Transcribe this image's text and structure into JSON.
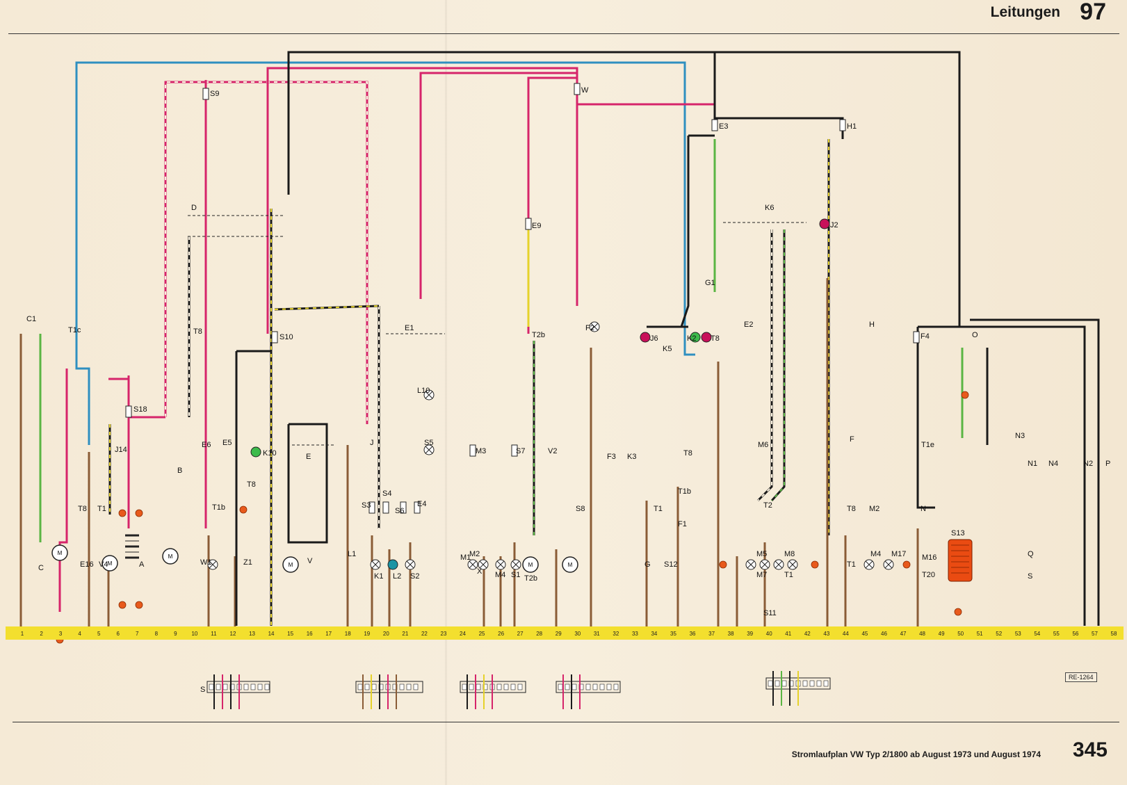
{
  "header": {
    "title": "Leitungen",
    "page_number": "97"
  },
  "footer": {
    "caption": "Stromlaufplan VW Typ 2/1800 ab August 1973 und August 1974",
    "page_number": "345"
  },
  "reference_code": "RE-1264",
  "colors": {
    "blue": "#2f8fc0",
    "red": "#d6246a",
    "black": "#1a1a1a",
    "brown": "#8a5c36",
    "green": "#5ab543",
    "yellow": "#e6d22a",
    "ground_bar": "#f3df2e",
    "orange_terminal": "#e85a1c",
    "orange_relay": "#ea4b12",
    "green_lamp": "#3dbb4b",
    "teal_lamp": "#1b94a4",
    "magenta_lamp": "#c8105a"
  },
  "ground_bar_numbers": [
    "1",
    "2",
    "3",
    "4",
    "5",
    "6",
    "7",
    "8",
    "9",
    "10",
    "11",
    "12",
    "13",
    "14",
    "15",
    "16",
    "17",
    "18",
    "19",
    "20",
    "21",
    "22",
    "23",
    "24",
    "25",
    "26",
    "27",
    "28",
    "29",
    "30",
    "31",
    "32",
    "33",
    "34",
    "35",
    "36",
    "37",
    "38",
    "39",
    "40",
    "41",
    "42",
    "43",
    "44",
    "45",
    "46",
    "47",
    "48",
    "49",
    "50",
    "51",
    "52",
    "53",
    "54",
    "55",
    "56",
    "57",
    "58"
  ],
  "component_labels": [
    "C1",
    "T1c",
    "C",
    "T8",
    "T1",
    "E16",
    "V4",
    "J14",
    "A",
    "S18",
    "B",
    "S9",
    "D",
    "T8",
    "E6",
    "E5",
    "T8",
    "K10",
    "Z1",
    "W1",
    "S10",
    "E",
    "V",
    "T1b",
    "E1",
    "J",
    "L10",
    "S5",
    "S4",
    "S3",
    "S6",
    "E4",
    "L1",
    "K1",
    "L2",
    "S2",
    "M3",
    "M1",
    "M2",
    "X",
    "M4",
    "S1",
    "S7",
    "E9",
    "T2b",
    "V2",
    "T2b",
    "S8",
    "W",
    "F2",
    "F3",
    "K3",
    "J6",
    "K5",
    "K2",
    "T8",
    "G1",
    "T8",
    "T1b",
    "T1",
    "F1",
    "G",
    "S12",
    "E3",
    "K6",
    "J2",
    "E2",
    "M6",
    "M5",
    "M7",
    "M8",
    "T1",
    "T2",
    "S11",
    "H1",
    "F",
    "H",
    "T1",
    "T8",
    "M2",
    "M4",
    "M17",
    "M16",
    "T20",
    "S13",
    "F4",
    "T1e",
    "N",
    "O",
    "N3",
    "N1",
    "N4",
    "N2",
    "P",
    "Q",
    "S",
    "S"
  ]
}
